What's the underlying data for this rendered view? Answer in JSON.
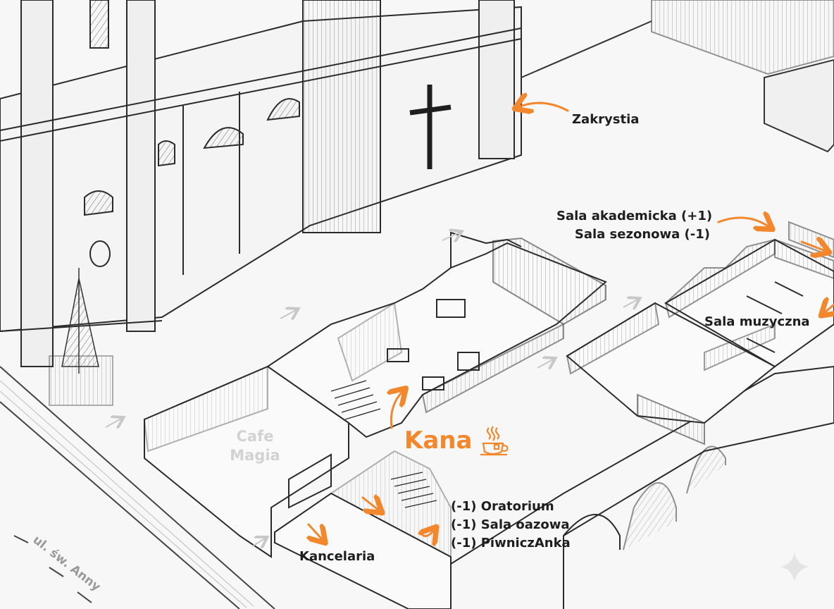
{
  "labels": {
    "zakrystia": "Zakrystia",
    "sala_akademicka": "Sala akademicka (+1)",
    "sala_sezonowa": "Sala sezonowa (-1)",
    "sala_muzyczna": "Sala muzyczna",
    "cafe_line1": "Cafe",
    "cafe_line2": "Magia",
    "kana": "Kana",
    "oratorium": "(-1) Oratorium",
    "sala_oazowa": "(-1) Sala oazowa",
    "piwnicz_anka": "(-1) PiwniczAnka",
    "kancelaria": "Kancelaria",
    "street": "ul. św. Anny"
  },
  "icons": [
    "coffee-cup-icon",
    "arrow-icon",
    "cross-icon",
    "sparkle-icon"
  ],
  "colors": {
    "accent": "#f2872c",
    "ink": "#2a2a2a",
    "background": "#f7f7f7",
    "faded": "#d2d2d2"
  }
}
